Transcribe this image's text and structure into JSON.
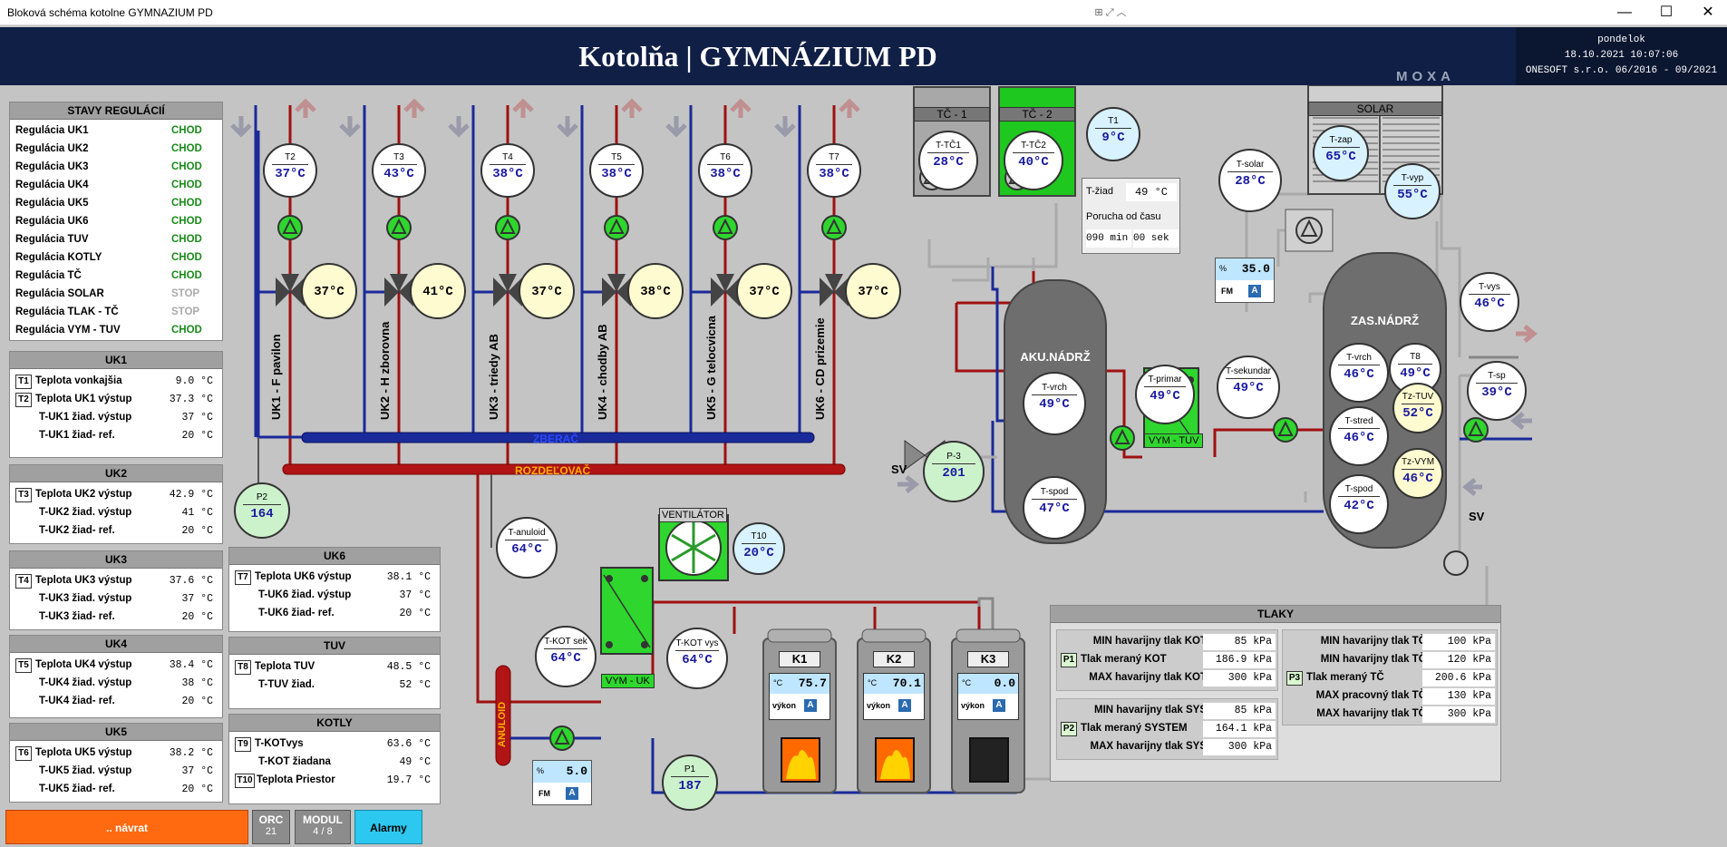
{
  "window": {
    "title": "Bloková schéma kotolne GYMNAZIUM PD"
  },
  "header": {
    "title": "Kotolňa | GYMNÁZIUM PD",
    "day": "pondelok",
    "datetime": "18.10.2021 10:07:06",
    "credits": "ONESOFT s.r.o. 06/2016 - 09/2021",
    "logo": "MOXA"
  },
  "stavy": {
    "title": "STAVY REGULÁCIÍ",
    "items": [
      {
        "label": "Regulácia UK1",
        "state": "CHOD"
      },
      {
        "label": "Regulácia UK2",
        "state": "CHOD"
      },
      {
        "label": "Regulácia UK3",
        "state": "CHOD"
      },
      {
        "label": "Regulácia UK4",
        "state": "CHOD"
      },
      {
        "label": "Regulácia UK5",
        "state": "CHOD"
      },
      {
        "label": "Regulácia UK6",
        "state": "CHOD"
      },
      {
        "label": "Regulácia TUV",
        "state": "CHOD"
      },
      {
        "label": "Regulácia KOTLY",
        "state": "CHOD"
      },
      {
        "label": "Regulácia TČ",
        "state": "CHOD"
      },
      {
        "label": "Regulácia SOLAR",
        "state": "STOP"
      },
      {
        "label": "Regulácia TLAK - TČ",
        "state": "STOP"
      },
      {
        "label": "Regulácia VYM - TUV",
        "state": "CHOD"
      }
    ]
  },
  "uk1": {
    "title": "UK1",
    "rows": [
      {
        "tag": "T1",
        "label": "Teplota vonkajšia",
        "value": "9.0 °C"
      },
      {
        "tag": "T2",
        "label": "Teplota UK1 výstup",
        "value": "37.3 °C"
      },
      {
        "tag": "",
        "label": "T-UK1 žiad. výstup",
        "value": "37 °C"
      },
      {
        "tag": "",
        "label": "T-UK1 žiad- ref.",
        "value": "20 °C"
      }
    ]
  },
  "uk2": {
    "title": "UK2",
    "rows": [
      {
        "tag": "T3",
        "label": "Teplota UK2 výstup",
        "value": "42.9 °C"
      },
      {
        "tag": "",
        "label": "T-UK2 žiad. výstup",
        "value": "41 °C"
      },
      {
        "tag": "",
        "label": "T-UK2 žiad- ref.",
        "value": "20 °C"
      }
    ]
  },
  "uk3": {
    "title": "UK3",
    "rows": [
      {
        "tag": "T4",
        "label": "Teplota UK3 výstup",
        "value": "37.6 °C"
      },
      {
        "tag": "",
        "label": "T-UK3 žiad. výstup",
        "value": "37 °C"
      },
      {
        "tag": "",
        "label": "T-UK3 žiad- ref.",
        "value": "20 °C"
      }
    ]
  },
  "uk4": {
    "title": "UK4",
    "rows": [
      {
        "tag": "T5",
        "label": "Teplota UK4 výstup",
        "value": "38.4 °C"
      },
      {
        "tag": "",
        "label": "T-UK4 žiad. výstup",
        "value": "38 °C"
      },
      {
        "tag": "",
        "label": "T-UK4 žiad- ref.",
        "value": "20 °C"
      }
    ]
  },
  "uk5": {
    "title": "UK5",
    "rows": [
      {
        "tag": "T6",
        "label": "Teplota UK5 výstup",
        "value": "38.2 °C"
      },
      {
        "tag": "",
        "label": "T-UK5 žiad. výstup",
        "value": "37 °C"
      },
      {
        "tag": "",
        "label": "T-UK5 žiad- ref.",
        "value": "20 °C"
      }
    ]
  },
  "uk6": {
    "title": "UK6",
    "rows": [
      {
        "tag": "T7",
        "label": "Teplota UK6 výstup",
        "value": "38.1 °C"
      },
      {
        "tag": "",
        "label": "T-UK6 žiad. výstup",
        "value": "37 °C"
      },
      {
        "tag": "",
        "label": "T-UK6 žiad- ref.",
        "value": "20 °C"
      }
    ]
  },
  "tuv": {
    "title": "TUV",
    "rows": [
      {
        "tag": "T8",
        "label": "Teplota TUV",
        "value": "48.5 °C"
      },
      {
        "tag": "",
        "label": "T-TUV žiad.",
        "value": "52 °C"
      }
    ]
  },
  "kotly": {
    "title": "KOTLY",
    "rows": [
      {
        "tag": "T9",
        "label": "T-KOTvys",
        "value": "63.6 °C"
      },
      {
        "tag": "",
        "label": "T-KOT žiadana",
        "value": "49 °C"
      },
      {
        "tag": "T10",
        "label": "Teplota Priestor",
        "value": "19.7 °C"
      }
    ]
  },
  "bottom": {
    "back": ".. návrat",
    "orc_label": "ORC",
    "orc_value": "21",
    "modul_label": "MODUL",
    "modul_value": "4 / 8",
    "alarmy": "Alarmy"
  },
  "circuits": [
    {
      "tag": "T2",
      "temp": "37°C",
      "mix": "37°C",
      "name": "UK1 - F pavilon"
    },
    {
      "tag": "T3",
      "temp": "43°C",
      "mix": "41°C",
      "name": "UK2 - H zborovna"
    },
    {
      "tag": "T4",
      "temp": "38°C",
      "mix": "37°C",
      "name": "UK3 - triedy AB"
    },
    {
      "tag": "T5",
      "temp": "38°C",
      "mix": "38°C",
      "name": "UK4 - chodby AB"
    },
    {
      "tag": "T6",
      "temp": "38°C",
      "mix": "37°C",
      "name": "UK5 - G telocvicna"
    },
    {
      "tag": "T7",
      "temp": "38°C",
      "mix": "37°C",
      "name": "UK6 - CD prizemie"
    }
  ],
  "zberac": "ZBERAČ",
  "rozdelovac": "ROZDEĽOVAČ",
  "anuloid": "ANULOID",
  "p2": {
    "tag": "P2",
    "value": "164",
    "unit": "kPa"
  },
  "p3": {
    "tag": "P-3",
    "value": "201",
    "unit": "kPa"
  },
  "p1": {
    "tag": "P1",
    "value": "187",
    "unit": "kPa"
  },
  "sv1": "SV",
  "sv2": "SV",
  "t_anuloid": {
    "tag": "T-anuloid",
    "value": "64°C"
  },
  "ventilator": {
    "label": "VENTILÁTOR"
  },
  "t10": {
    "tag": "T10",
    "value": "20°C"
  },
  "tkotsek": {
    "tag": "T-KOT sek",
    "value": "64°C"
  },
  "tkotvys": {
    "tag": "T-KOT vys",
    "value": "64°C"
  },
  "vymuk": "VYM - UK",
  "fm_uk": {
    "value": "5.0",
    "unit": "%",
    "fm": "FM",
    "a": "A"
  },
  "kotol": [
    {
      "name": "K1",
      "unit": "°C",
      "value": "75.7",
      "vykon": "výkon",
      "a": "A"
    },
    {
      "name": "K2",
      "unit": "°C",
      "value": "70.1",
      "vykon": "výkon",
      "a": "A"
    },
    {
      "name": "K3",
      "unit": "°C",
      "value": "0.0",
      "vykon": "výkon",
      "a": "A"
    }
  ],
  "tc1": {
    "name": "TČ - 1",
    "tag": "T-TČ1",
    "value": "28°C"
  },
  "tc2": {
    "name": "TČ - 2",
    "tag": "T-TČ2",
    "value": "40°C"
  },
  "t1": {
    "tag": "T1",
    "value": "9°C"
  },
  "tziad": {
    "label": "T-žiad",
    "value": "49 °C",
    "poruch": "Porucha od času",
    "min": "090 min",
    "sek": "00 sek"
  },
  "aku": {
    "title": "AKU.NÁDRŽ",
    "vrch_tag": "T-vrch",
    "vrch": "49°C",
    "spod_tag": "T-spod",
    "spod": "47°C"
  },
  "tprimar": {
    "tag": "T-primar",
    "value": "49°C"
  },
  "tsekundar": {
    "tag": "T-sekundar",
    "value": "49°C"
  },
  "vymtuv": "VYM - TUV",
  "tsolar": {
    "tag": "T-solar",
    "value": "28°C"
  },
  "solar": {
    "title": "SOLAR",
    "tzap_tag": "T-zap",
    "tzap": "65°C",
    "tvyp_tag": "T-vyp",
    "tvyp": "55°C"
  },
  "fm_sol": {
    "value": "35.0",
    "unit": "%",
    "fm": "FM",
    "a": "A"
  },
  "zas": {
    "title": "ZAS.NÁDRŽ",
    "vrch_tag": "T-vrch",
    "vrch": "46°C",
    "t8_tag": "T8",
    "t8": "49°C",
    "tztuv_tag": "Tz-TUV",
    "tztuv": "52°C",
    "stred_tag": "T-stred",
    "stred": "46°C",
    "tzvym_tag": "Tz-VYM",
    "tzvym": "46°C",
    "spod_tag": "T-spod",
    "spod": "42°C"
  },
  "tvys": {
    "tag": "T-vys",
    "value": "46°C"
  },
  "tsp": {
    "tag": "T-sp",
    "value": "39°C"
  },
  "tlaky": {
    "title": "TLAKY",
    "kot": [
      {
        "label": "MIN havarijny tlak KOT",
        "value": "85 kPa"
      },
      {
        "label": "Tlak meraný KOT",
        "value": "186.9 kPa",
        "tag": "P1"
      },
      {
        "label": "MAX havarijny tlak KOT",
        "value": "300 kPa"
      }
    ],
    "sys": [
      {
        "label": "MIN havarijny tlak SYS",
        "value": "85 kPa"
      },
      {
        "label": "Tlak meraný SYSTEM",
        "value": "164.1 kPa",
        "tag": "P2"
      },
      {
        "label": "MAX havarijny tlak SYS",
        "value": "300 kPa"
      }
    ],
    "tc": [
      {
        "label": "MIN havarijny tlak TČ",
        "value": "100 kPa"
      },
      {
        "label": "MIN havarijny tlak TČ",
        "value": "120 kPa"
      },
      {
        "label": "Tlak meraný TČ",
        "value": "200.6 kPa",
        "tag": "P3"
      },
      {
        "label": "MAX pracovný tlak TČ",
        "value": "130 kPa"
      },
      {
        "label": "MAX havarijny tlak TČ",
        "value": "300 kPa"
      }
    ]
  }
}
